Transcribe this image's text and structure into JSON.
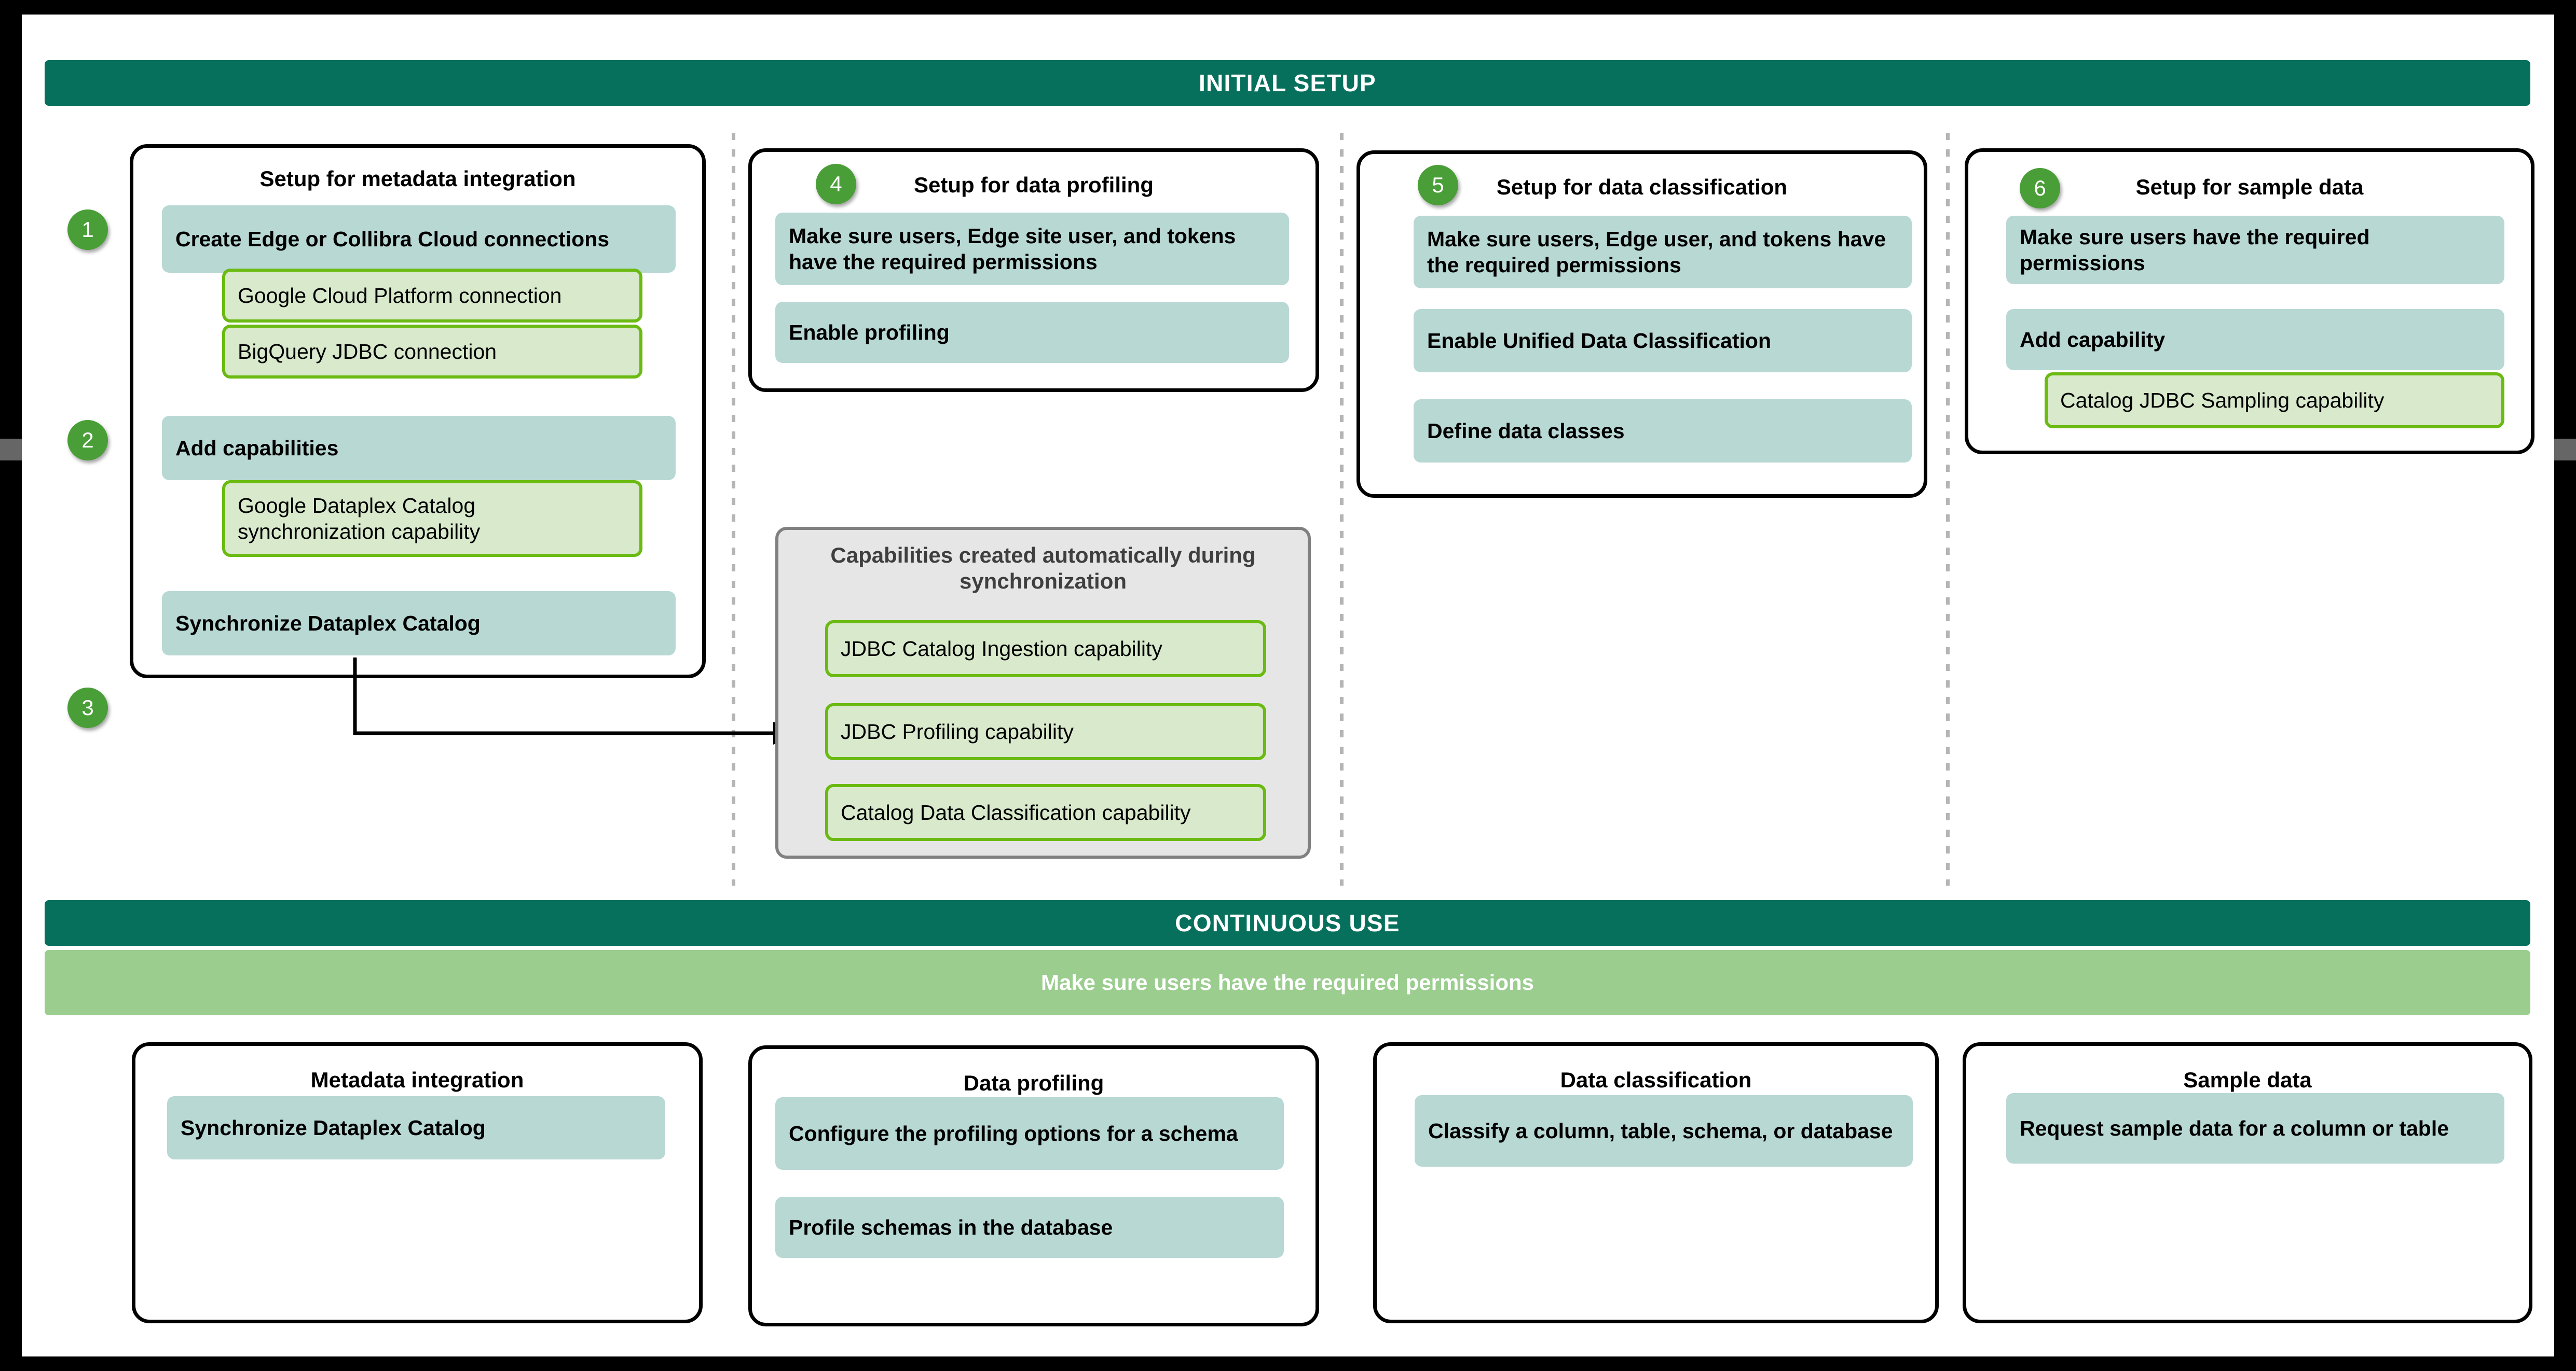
{
  "banners": {
    "initial_setup": "INITIAL SETUP",
    "continuous_use": "CONTINUOUS USE",
    "permissions": "Make sure users have the required permissions"
  },
  "initial_setup": {
    "columns": [
      {
        "title": "Setup for metadata integration",
        "steps": [
          {
            "number": "1",
            "label": "Create Edge or Collibra Cloud connections",
            "capabilities": [
              "Google Cloud Platform connection",
              "BigQuery JDBC connection"
            ]
          },
          {
            "number": "2",
            "label": "Add capabilities",
            "capabilities": [
              "Google Dataplex Catalog synchronization capability"
            ]
          },
          {
            "number": "3",
            "label": "Synchronize Dataplex Catalog",
            "capabilities": []
          }
        ]
      },
      {
        "title": "Setup for data profiling",
        "number": "4",
        "actions": [
          "Make sure users, Edge site user, and tokens have the required permissions",
          "Enable profiling"
        ]
      },
      {
        "title": "Setup for data classification",
        "number": "5",
        "actions": [
          "Make sure users, Edge user, and tokens have the required permissions",
          "Enable  Unified Data Classification",
          "Define data classes"
        ]
      },
      {
        "title": "Setup for sample data",
        "number": "6",
        "actions": [
          "Make sure users have the required permissions",
          "Add capability"
        ],
        "capabilities": [
          "Catalog JDBC Sampling capability"
        ]
      }
    ],
    "auto_capabilities": {
      "title": "Capabilities created automatically during synchronization",
      "items": [
        "JDBC Catalog Ingestion capability",
        "JDBC Profiling capability",
        "Catalog Data Classification capability"
      ]
    }
  },
  "continuous_use": {
    "columns": [
      {
        "title": "Metadata integration",
        "actions": [
          "Synchronize Dataplex Catalog"
        ]
      },
      {
        "title": "Data profiling",
        "actions": [
          "Configure the profiling options for a schema",
          "Profile schemas in the database"
        ]
      },
      {
        "title": "Data classification",
        "actions": [
          "Classify a column, table, schema, or database"
        ]
      },
      {
        "title": "Sample data",
        "actions": [
          "Request sample data for a column or table"
        ]
      }
    ]
  },
  "colors": {
    "banner_dark_green": "#07705c",
    "banner_light_green": "#9acd8e",
    "action_teal": "#b8d8d4",
    "capability_fill": "#d9e9cc",
    "capability_border": "#6aba11",
    "badge_green": "#4a9e37",
    "auto_panel_fill": "#e6e6e6",
    "auto_panel_border": "#808080"
  }
}
